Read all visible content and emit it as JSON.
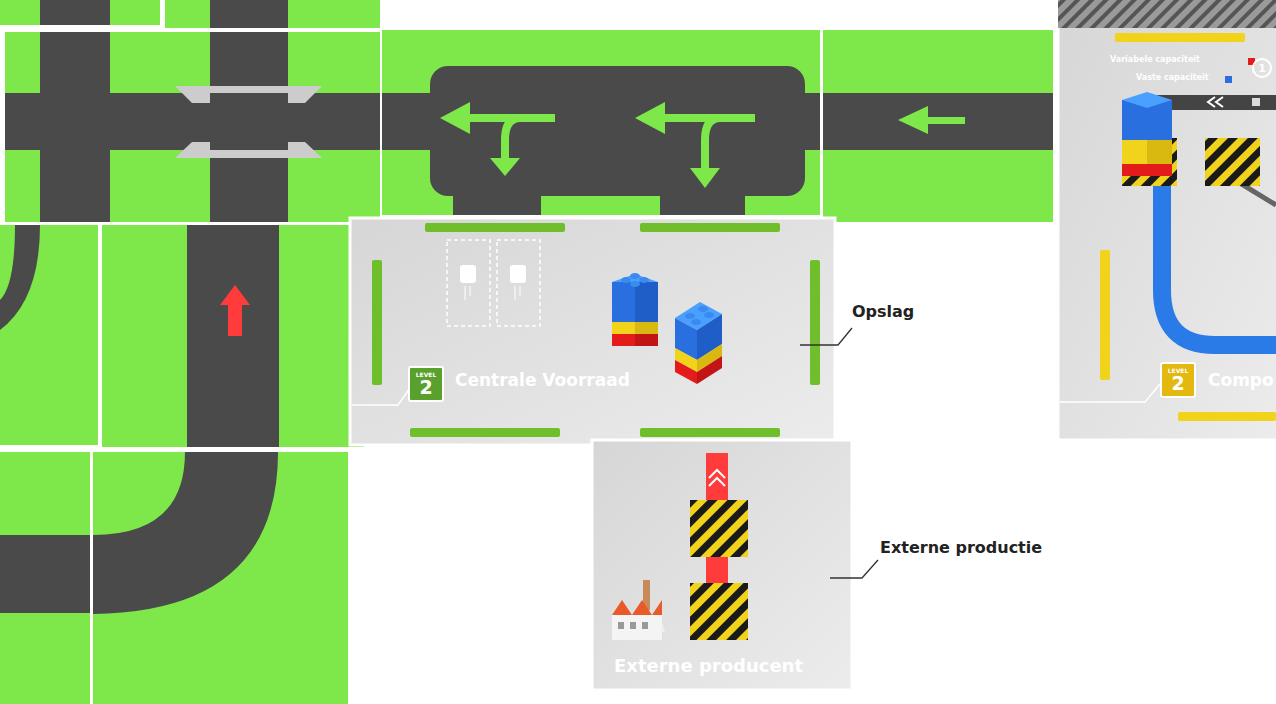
{
  "diagram": {
    "nodes": [
      {
        "text": [
          "Centrale Voorraad"
        ]
      },
      {
        "text": [
          "LEVEL",
          "2"
        ],
        "in": 0
      },
      {
        "text": [
          "Externe producent"
        ]
      },
      {
        "text": [
          "Variabele capaciteit",
          "Vaste capaciteit",
          "Compo"
        ]
      },
      {
        "text": [
          "1"
        ],
        "in": 3
      },
      {
        "text": [
          "LEVEL",
          "2"
        ],
        "in": 3
      }
    ],
    "labels": [
      "Opslag",
      "Externe productie"
    ]
  }
}
